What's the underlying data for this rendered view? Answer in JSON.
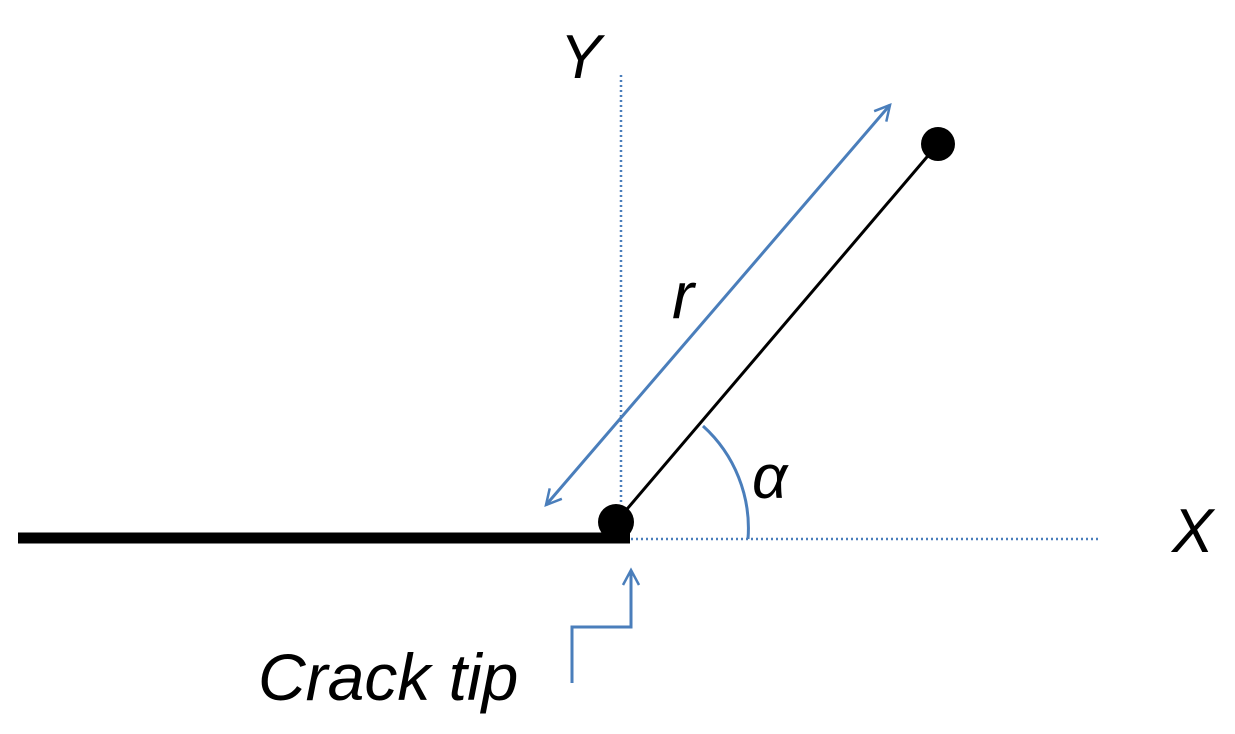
{
  "labels": {
    "y_axis": "Y",
    "x_axis": "X",
    "radius": "r",
    "angle": "α",
    "crack_tip": "Crack tip"
  },
  "colors": {
    "annotation": "#4a7ebb",
    "crack": "#000000",
    "background": "#ffffff"
  }
}
